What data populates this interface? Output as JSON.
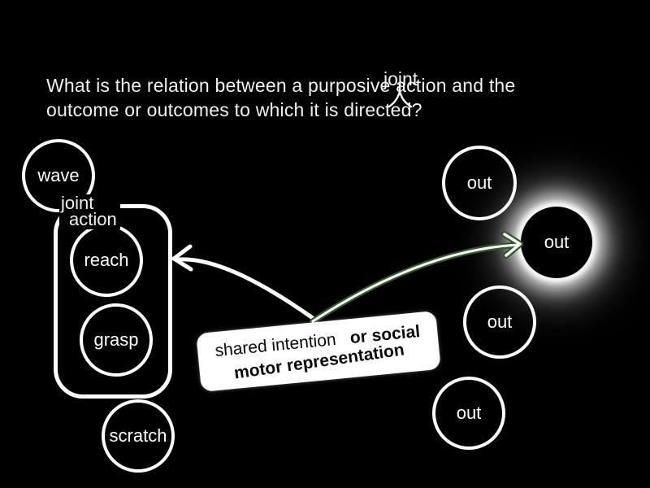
{
  "colors": {
    "background": "#000000",
    "foreground": "#ffffff",
    "title_text": "#f1f1f1",
    "arrow_green": "#2e5b27",
    "label_box_bg": "#ffffff",
    "label_text": "#0a0a0a"
  },
  "title": {
    "line1": "What is the relation between a purposive action and the",
    "line2": "outcome or outcomes to which it is directed?",
    "insertion": {
      "word": "joint"
    }
  },
  "action_group": {
    "container_label": {
      "line1": "joint",
      "line2": "action"
    },
    "circles": [
      {
        "id": "wave",
        "label": "wave"
      },
      {
        "id": "reach",
        "label": "reach"
      },
      {
        "id": "grasp",
        "label": "grasp"
      },
      {
        "id": "scratch",
        "label": "scratch"
      }
    ]
  },
  "outcome_group": {
    "circles": [
      {
        "id": "out-1",
        "label": "out",
        "highlighted": false
      },
      {
        "id": "out-2",
        "label": "out",
        "highlighted": true
      },
      {
        "id": "out-3",
        "label": "out",
        "highlighted": false
      },
      {
        "id": "out-4",
        "label": "out",
        "highlighted": false
      }
    ]
  },
  "center_label": {
    "part_plain": "shared intention",
    "part_glow1": "or social",
    "part_glow2": "motor representation"
  }
}
